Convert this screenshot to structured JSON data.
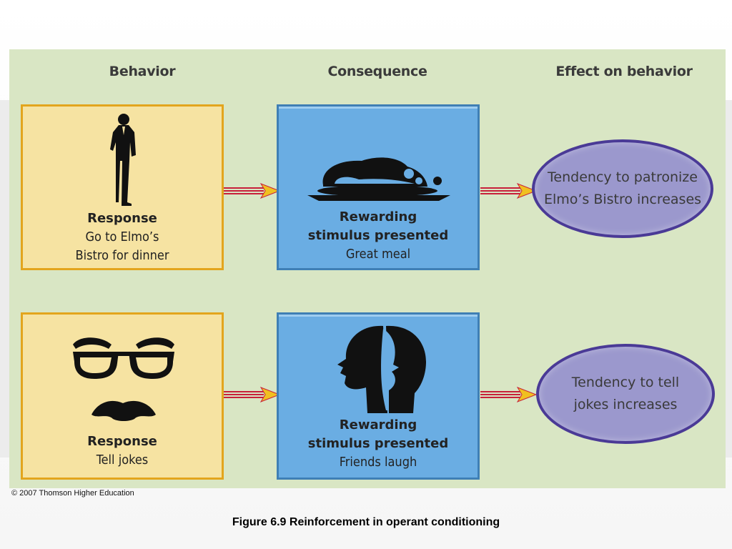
{
  "headers": {
    "behavior": "Behavior",
    "consequence": "Consequence",
    "effect": "Effect on behavior"
  },
  "rows": [
    {
      "behavior": {
        "title": "Response",
        "lines": [
          "Go to Elmo’s",
          "Bistro for dinner"
        ],
        "icon": "man-silhouette-icon"
      },
      "consequence": {
        "title_lines": [
          "Rewarding",
          "stimulus presented"
        ],
        "detail": "Great meal",
        "icon": "roast-meal-icon"
      },
      "effect": {
        "lines": [
          "Tendency to patronize",
          "Elmo’s Bistro increases"
        ]
      }
    },
    {
      "behavior": {
        "title": "Response",
        "lines": [
          "Tell jokes"
        ],
        "icon": "glasses-mustache-icon"
      },
      "consequence": {
        "title_lines": [
          "Rewarding",
          "stimulus presented"
        ],
        "detail": "Friends laugh",
        "icon": "laughing-faces-icon"
      },
      "effect": {
        "lines": [
          "Tendency to tell",
          "jokes increases"
        ]
      }
    }
  ],
  "copyright": "© 2007 Thomson Higher Education",
  "caption": "Figure 6.9  Reinforcement in operant conditioning",
  "colors": {
    "panel": "#d9e6c4",
    "behavior_box": "#f6e3a2",
    "behavior_border": "#e3a51d",
    "consequence_box": "#6aade3",
    "consequence_border": "#3f7fb5",
    "effect_fill": "#9b98cd",
    "effect_border": "#4a3a96",
    "arrow": "#c8203a",
    "arrow_head": "#f0c020"
  }
}
